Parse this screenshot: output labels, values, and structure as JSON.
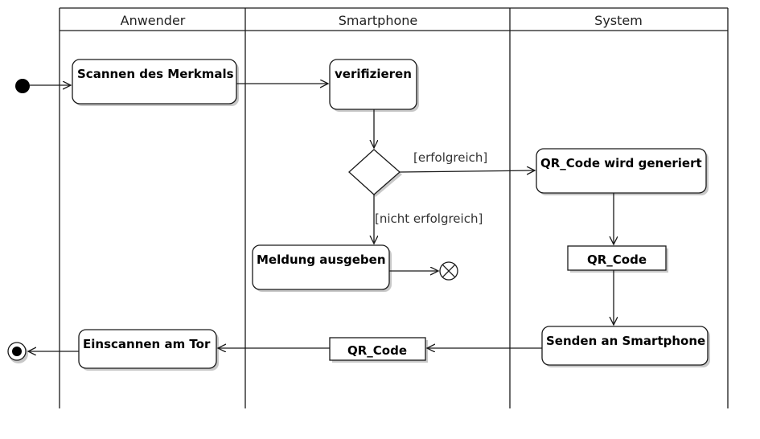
{
  "lanes": {
    "user": "Anwender",
    "phone": "Smartphone",
    "system": "System"
  },
  "actions": {
    "scan_feature": "Scannen des Merkmals",
    "verify": "verifizieren",
    "qr_generated": "QR_Code wird generiert",
    "show_message": "Meldung ausgeben",
    "send_phone": "Senden an Smartphone",
    "scan_gate": "Einscannen am Tor"
  },
  "objects": {
    "qr_system": "QR_Code",
    "qr_phone": "QR_Code"
  },
  "guards": {
    "success": "[erfolgreich]",
    "failure": "[nicht erfolgreich]"
  }
}
